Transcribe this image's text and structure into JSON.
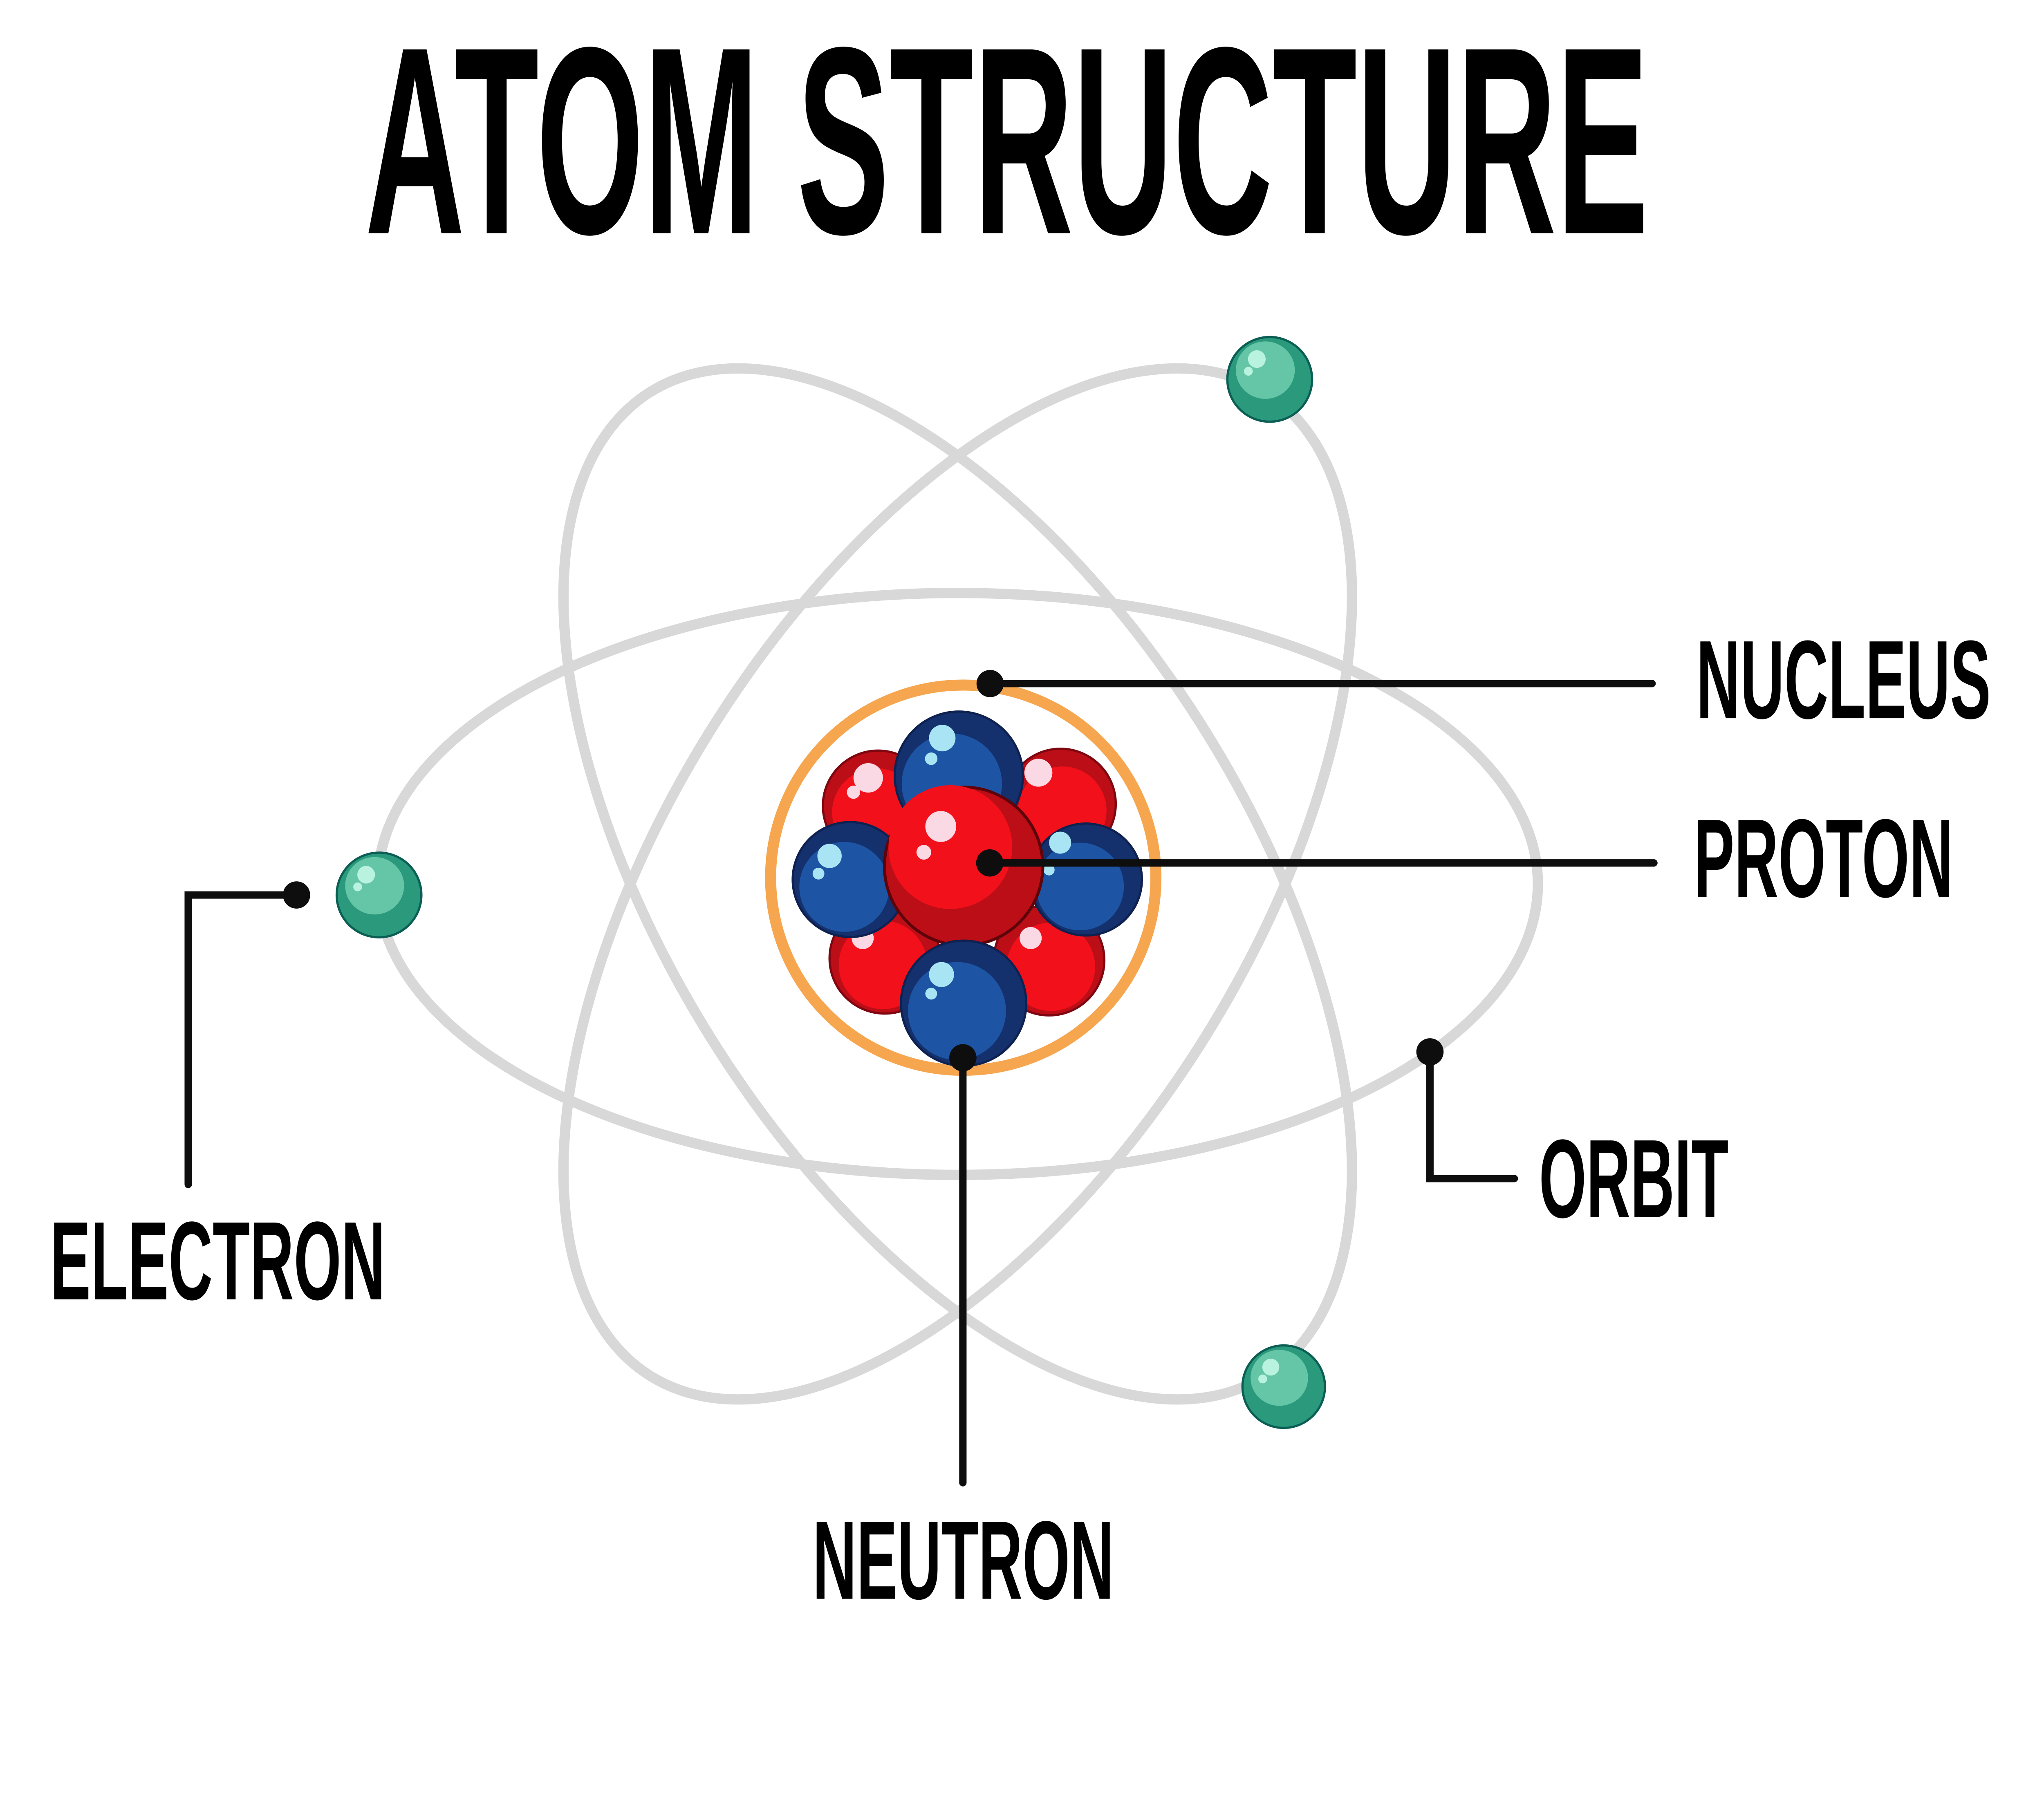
{
  "title": "ATOM STRUCTURE",
  "labels": {
    "nucleus": "NUCLEUS",
    "proton": "PROTON",
    "orbit": "ORBIT",
    "electron": "ELECTRON",
    "neutron": "NEUTRON"
  },
  "counts": {
    "orbits": 3,
    "electrons": 3,
    "protons_visible": 5,
    "neutrons_visible": 4
  },
  "colors": {
    "background": "#ffffff",
    "text_black": "#000000",
    "line_black": "#0e0e0e",
    "orbit_gray": "#d8d8d8",
    "nucleus_ring_orange": "#f6a64f",
    "proton_red": "#f2101b",
    "proton_red_dark": "#bb0e17",
    "proton_highlight_pink": "#fbd9e4",
    "neutron_navy": "#14316e",
    "neutron_navy_light": "#1d55a4",
    "neutron_highlight_blue": "#a9e4f5",
    "electron_green": "#2b9a7c",
    "electron_green_light": "#65c6a7",
    "electron_highlight_mint": "#b9f2de"
  }
}
